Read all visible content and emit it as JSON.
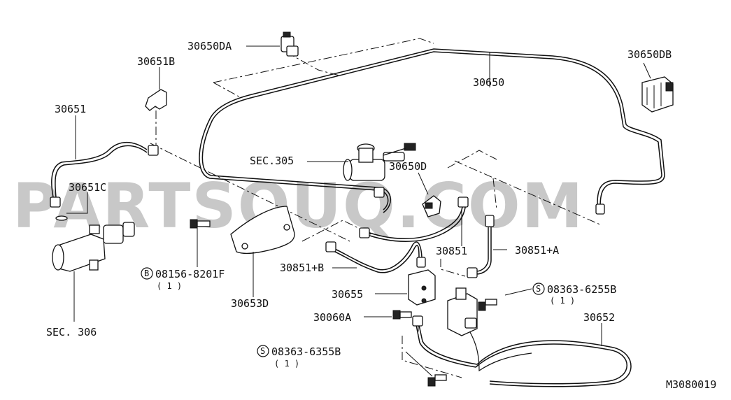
{
  "diagram": {
    "watermark": "PARTSOUQ.COM",
    "figure_code": "M3080019",
    "labels": {
      "p30650DA": "30650DA",
      "p30650DB": "30650DB",
      "p30650": "30650",
      "p30651B": "30651B",
      "p30651": "30651",
      "p30651C": "30651C",
      "sec305": "SEC.305",
      "p30650D": "30650D",
      "bolt_b": "08156-8201F",
      "bolt_b_qty": "( 1 )",
      "p30653D": "30653D",
      "sec306": "SEC. 306",
      "p30851B": "30851+B",
      "p30851": "30851",
      "p30851A": "30851+A",
      "p30655": "30655",
      "p30060A": "30060A",
      "screw_a": "08363-6255B",
      "screw_a_qty": "( 1 )",
      "p30652": "30652",
      "screw_b": "08363-6355B",
      "screw_b_qty": "( 1 )",
      "circle_b": "B",
      "circle_s": "S"
    }
  }
}
